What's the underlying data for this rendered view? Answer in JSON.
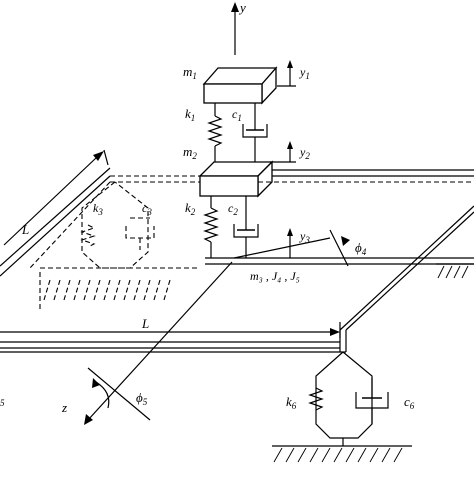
{
  "labels": {
    "y_axis": "y",
    "m1": "m",
    "m1_sub": "1",
    "y1": "y",
    "y1_sub": "1",
    "k1": "k",
    "k1_sub": "1",
    "c1": "c",
    "c1_sub": "1",
    "m2": "m",
    "m2_sub": "2",
    "y2": "y",
    "y2_sub": "2",
    "k2": "k",
    "k2_sub": "2",
    "c2": "c",
    "c2_sub": "2",
    "y3": "y",
    "y3_sub": "3",
    "phi4": "ϕ",
    "phi4_sub": "4",
    "m3_group": "m₃ , J₄ , J₅",
    "k3": "k",
    "k3_sub": "3",
    "c3": "c",
    "c3_sub": "3",
    "L_left": "L",
    "L_bottom": "L",
    "z_axis": "z",
    "phi5": "ϕ",
    "phi5_sub": "5",
    "k6": "k",
    "k6_sub": "6",
    "c6": "c",
    "c6_sub": "6",
    "edge_sub": "5"
  }
}
